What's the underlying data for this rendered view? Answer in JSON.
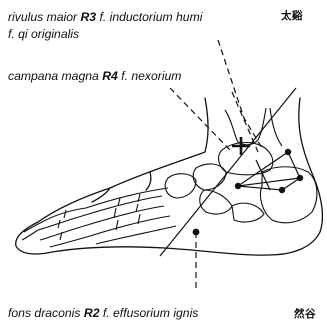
{
  "labels": {
    "r3": {
      "line1_name": "rivulus maior",
      "line1_code": "R3",
      "line1_rest": "f. inductorium humi",
      "line2": "f. qi originalis",
      "pinyin": "太谿"
    },
    "r4": {
      "name": "campana magna",
      "code": "R4",
      "rest": "f. nexorium"
    },
    "r2": {
      "name": "fons draconis",
      "code": "R2",
      "rest": "f. effusorium ignis",
      "pinyin": "然谷"
    }
  },
  "colors": {
    "ink": "#111111",
    "paper": "#ffffff"
  },
  "icons": {
    "r3_marker": "cross-icon",
    "r2_marker": "dot-icon"
  }
}
